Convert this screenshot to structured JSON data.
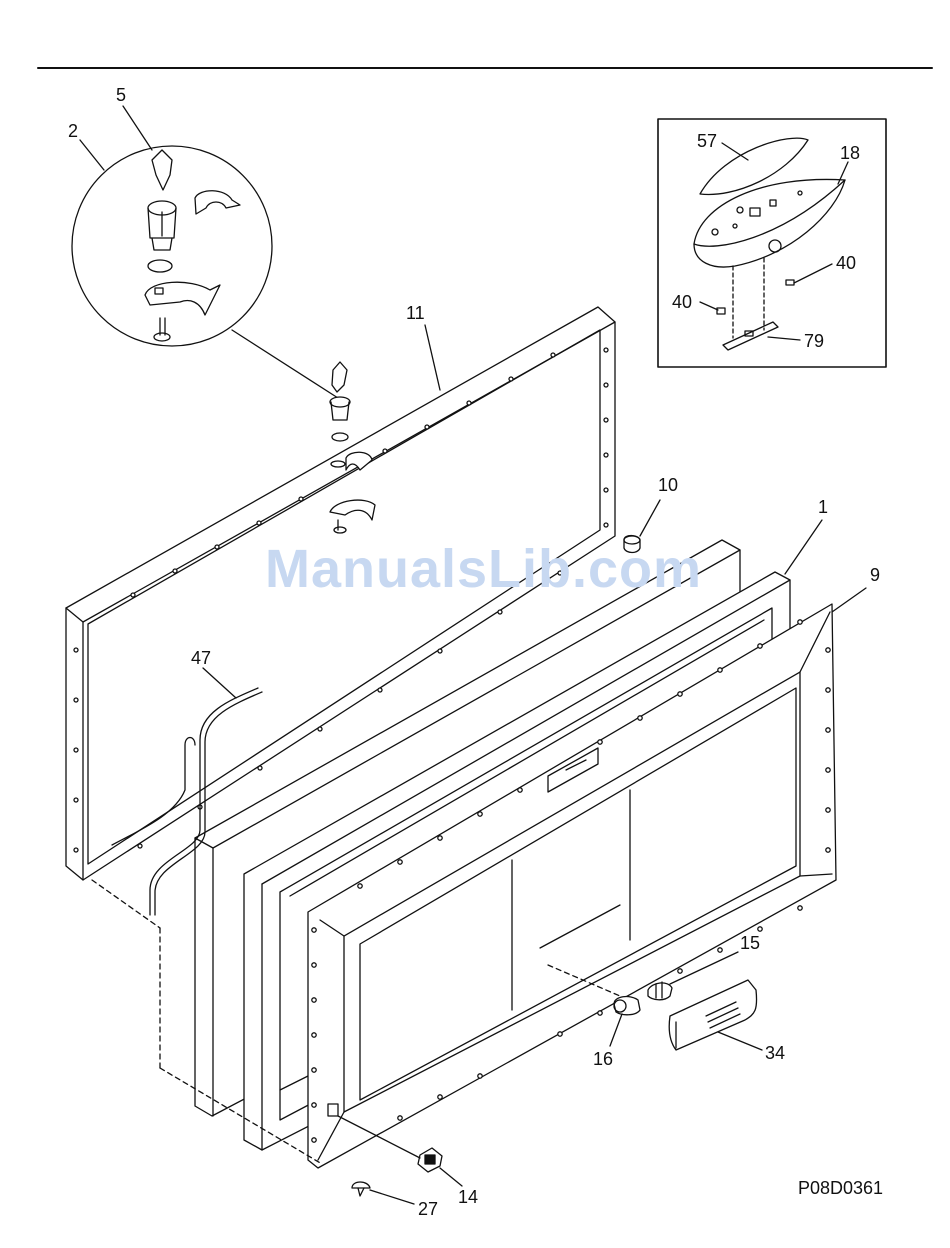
{
  "watermark": "ManualsLib.com",
  "drawing_id": "P08D0361",
  "labels": {
    "p1": "1",
    "p2": "2",
    "p5": "5",
    "p9": "9",
    "p10": "10",
    "p11": "11",
    "p14": "14",
    "p15": "15",
    "p16": "16",
    "p18": "18",
    "p27": "27",
    "p34": "34",
    "p40a": "40",
    "p40b": "40",
    "p47": "47",
    "p57": "57",
    "p79": "79"
  },
  "colors": {
    "line": "#111111",
    "watermark": "#c7d8f1",
    "background": "#ffffff"
  }
}
